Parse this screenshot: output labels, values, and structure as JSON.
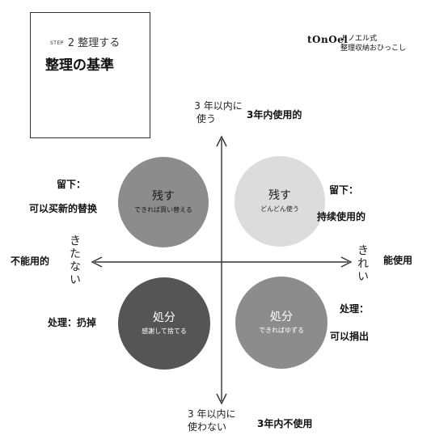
{
  "header": {
    "step_tag": "STEP",
    "step_text": "2 整理する",
    "title": "整理の基準"
  },
  "logo": {
    "mark": "tOnOel",
    "line1": "トノエル式",
    "line2": "整理収納おひっこし"
  },
  "axes": {
    "top_line1": "3 年以内に",
    "top_line2": "使う",
    "top_cn": "3年内使用的",
    "bottom_line1": "3 年以内に",
    "bottom_line2": "使わない",
    "bottom_cn": "3年内不使用",
    "left_jp": "きたない",
    "left_cn": "不能用的",
    "right_jp": "きれい",
    "right_cn": "能使用"
  },
  "quadrants": {
    "top_left": {
      "main": "残す",
      "sub": "できれば買い替える",
      "cn1": "留下：",
      "cn2": "可以买新的替换",
      "color": "#8c8c8c",
      "text_color": "#1a1a1a"
    },
    "top_right": {
      "main": "残す",
      "sub": "どんどん使う",
      "cn1": "留下：",
      "cn2": "持续使用的",
      "color": "#dcdcdc",
      "text_color": "#1a1a1a"
    },
    "bottom_left": {
      "main": "処分",
      "sub": "感謝して捨てる",
      "cn1": "处理：扔掉",
      "color": "#555555",
      "text_color": "#ffffff"
    },
    "bottom_right": {
      "main": "処分",
      "sub": "できればゆずる",
      "cn1": "处理：",
      "cn2": "可以捐出",
      "color": "#8c8c8c",
      "text_color": "#ffffff"
    }
  },
  "colors": {
    "axis": "#333333",
    "border": "#333333"
  }
}
